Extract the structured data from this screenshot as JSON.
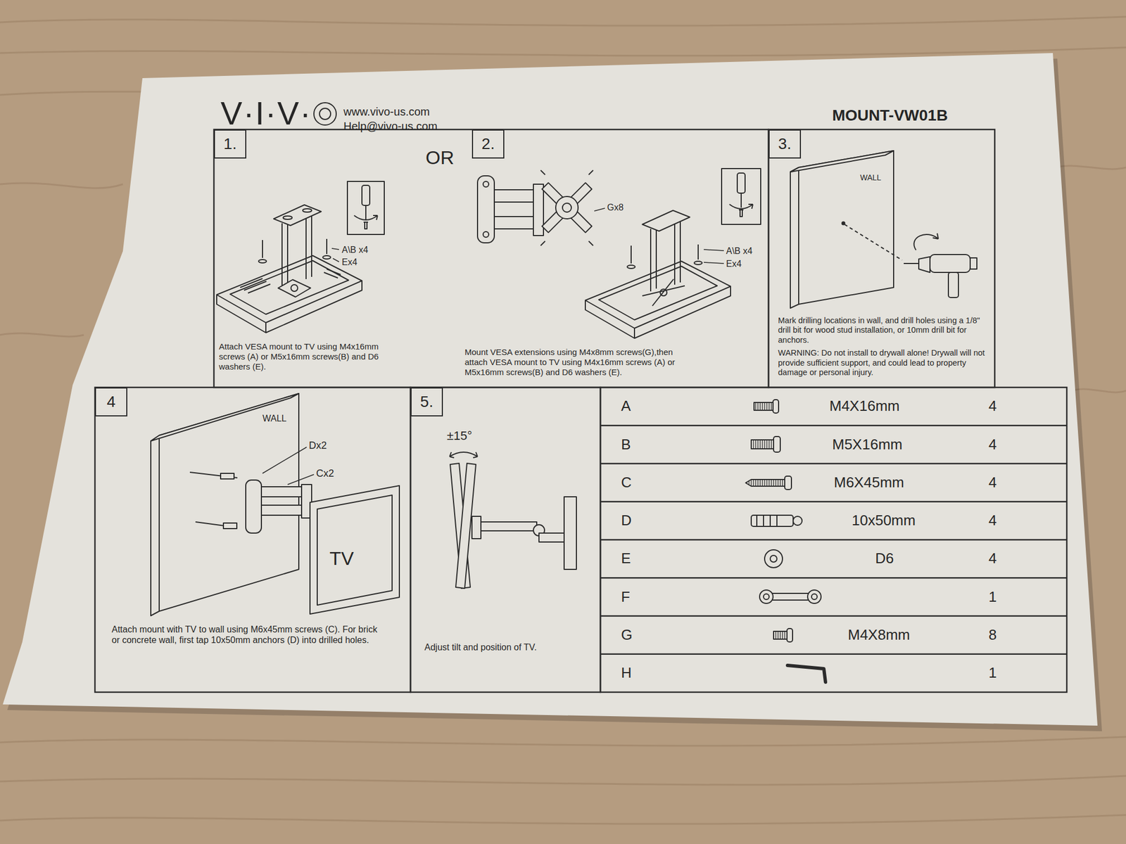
{
  "diagram": {
    "title": "MOUNT-VW01B",
    "nodes": [
      {
        "text": [
          "1."
        ]
      },
      {
        "text": [
          "2."
        ]
      },
      {
        "text": [
          "3."
        ]
      },
      {
        "text": [
          "4"
        ]
      },
      {
        "text": [
          "5."
        ]
      }
    ],
    "labels": [
      "V·I·V·",
      "www.vivo-us.com",
      "Help@vivo-us.com",
      "OR",
      "A\\B x4",
      "Ex4",
      "Attach VESA mount to TV using M4x16mm screws (A) or M5x16mm screws(B) and D6 washers (E).",
      "Gx8",
      "A\\B x4",
      "Ex4",
      "Mount VESA extensions using M4x8mm screws(G),then attach VESA mount to TV using M4x16mm screws (A) or M5x16mm screws(B) and D6 washers (E).",
      "WALL",
      "Mark drilling locations in wall, and drill holes using a 1/8\" drill bit for wood stud installation, or 10mm drill bit for anchors.",
      "WARNING: Do not install to drywall alone! Drywall will not provide sufficient support, and could lead to property damage or personal injury.",
      "WALL",
      "Dx2",
      "Cx2",
      "TV",
      "Attach mount with TV to wall using M6x45mm screws (C). For brick or concrete wall, first tap 10x50mm anchors (D) into drilled holes.",
      "±15°",
      "Adjust tilt and position of TV.",
      "A",
      "M4X16mm",
      "4",
      "B",
      "M5X16mm",
      "4",
      "C",
      "M6X45mm",
      "4",
      "D",
      "10x50mm",
      "4",
      "E",
      "D6",
      "4",
      "F",
      "1",
      "G",
      "M4X8mm",
      "8",
      "H",
      "1"
    ]
  }
}
